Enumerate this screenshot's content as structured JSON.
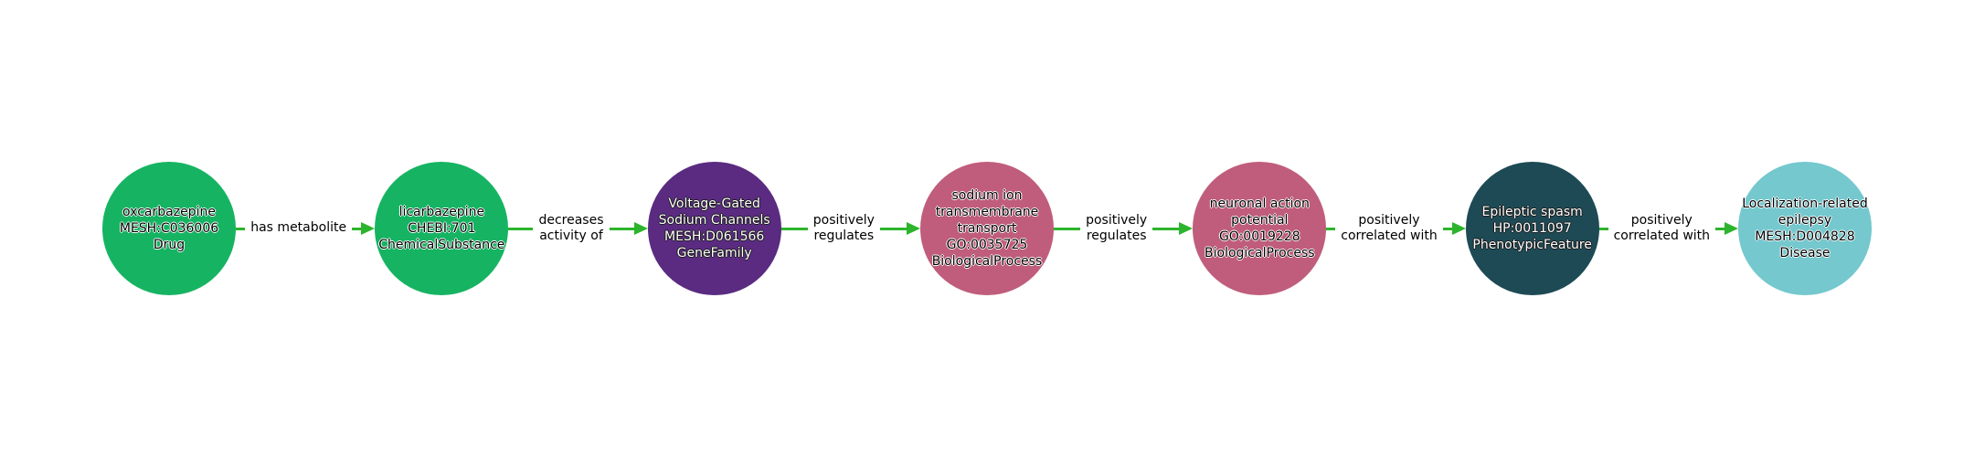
{
  "diagram": {
    "edge_color": "#2db42d",
    "nodes": [
      {
        "name": "oxcarbazepine",
        "id": "MESH:C036006",
        "category": "Drug",
        "color": "#16b462",
        "text_color": "#000000",
        "halo": "#ffffff"
      },
      {
        "name": "licarbazepine",
        "id": "CHEBI:701",
        "category": "ChemicalSubstance",
        "color": "#16b462",
        "text_color": "#000000",
        "halo": "#ffffff"
      },
      {
        "name": "Voltage-Gated Sodium Channels",
        "id": "MESH:D061566",
        "category": "GeneFamily",
        "color": "#5a2b81",
        "text_color": "#ffffff",
        "halo": "#1a1a1a"
      },
      {
        "name": "sodium ion transmembrane transport",
        "id": "GO:0035725",
        "category": "BiologicalProcess",
        "color": "#c05d7c",
        "text_color": "#000000",
        "halo": "#ffffff"
      },
      {
        "name": "neuronal action potential",
        "id": "GO:0019228",
        "category": "BiologicalProcess",
        "color": "#c05d7c",
        "text_color": "#000000",
        "halo": "#ffffff"
      },
      {
        "name": "Epileptic spasm",
        "id": "HP:0011097",
        "category": "PhenotypicFeature",
        "color": "#1d4a55",
        "text_color": "#ffffff",
        "halo": "#1a1a1a"
      },
      {
        "name": "Localization-related epilepsy",
        "id": "MESH:D004828",
        "category": "Disease",
        "color": "#74c8ce",
        "text_color": "#000000",
        "halo": "#ffffff"
      }
    ],
    "edges": [
      {
        "label": "has metabolite"
      },
      {
        "label": "decreases\nactivity of"
      },
      {
        "label": "positively\nregulates"
      },
      {
        "label": "positively\nregulates"
      },
      {
        "label": "positively\ncorrelated with"
      },
      {
        "label": "positively\ncorrelated with"
      }
    ]
  }
}
